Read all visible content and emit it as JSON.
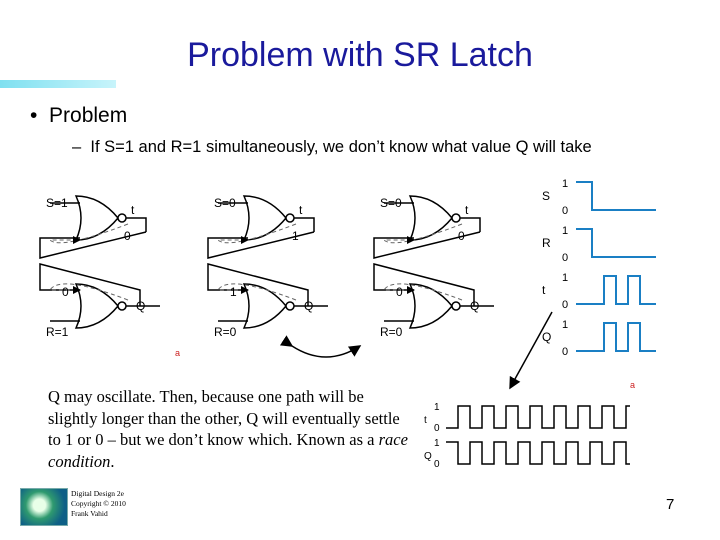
{
  "slide": {
    "title": "Problem with SR Latch",
    "bullet": "Problem",
    "sub_bullet": "If S=1 and R=1 simultaneously, we don’t know what value Q will take",
    "caption_part1": "Q may oscillate. Then, because one path will be slightly longer than the other, Q will eventually settle to 1 or 0 – but we don’t know which. Known as a ",
    "caption_italic": "race condition",
    "caption_end": ".",
    "footer": [
      "Digital Design 2e",
      "Copyright © 2010",
      "Frank Vahid"
    ],
    "page_number": "7",
    "figure_marker": "a"
  },
  "latches": [
    {
      "s_label": "S=1",
      "r_label": "R=1",
      "t_label": "t",
      "q_label": "Q",
      "top_val": "0",
      "bottom_val": "0"
    },
    {
      "s_label": "S=0",
      "r_label": "R=0",
      "t_label": "t",
      "q_label": "Q",
      "top_val": "1",
      "bottom_val": "1"
    },
    {
      "s_label": "S=0",
      "r_label": "R=0",
      "t_label": "t",
      "q_label": "Q",
      "top_val": "0",
      "bottom_val": "0"
    }
  ],
  "timing_top": {
    "signals": [
      {
        "name": "S",
        "hi": "1",
        "lo": "0"
      },
      {
        "name": "R",
        "hi": "1",
        "lo": "0"
      },
      {
        "name": "t",
        "hi": "1",
        "lo": "0"
      },
      {
        "name": "Q",
        "hi": "1",
        "lo": "0"
      }
    ]
  },
  "timing_bottom": {
    "signals": [
      {
        "name": "t",
        "hi": "1",
        "lo": "0"
      },
      {
        "name": "Q",
        "hi": "1",
        "lo": "0"
      }
    ]
  },
  "colors": {
    "title": "#1a1a9c",
    "wave": "#1a7fc4",
    "marker": "#cc2222"
  }
}
